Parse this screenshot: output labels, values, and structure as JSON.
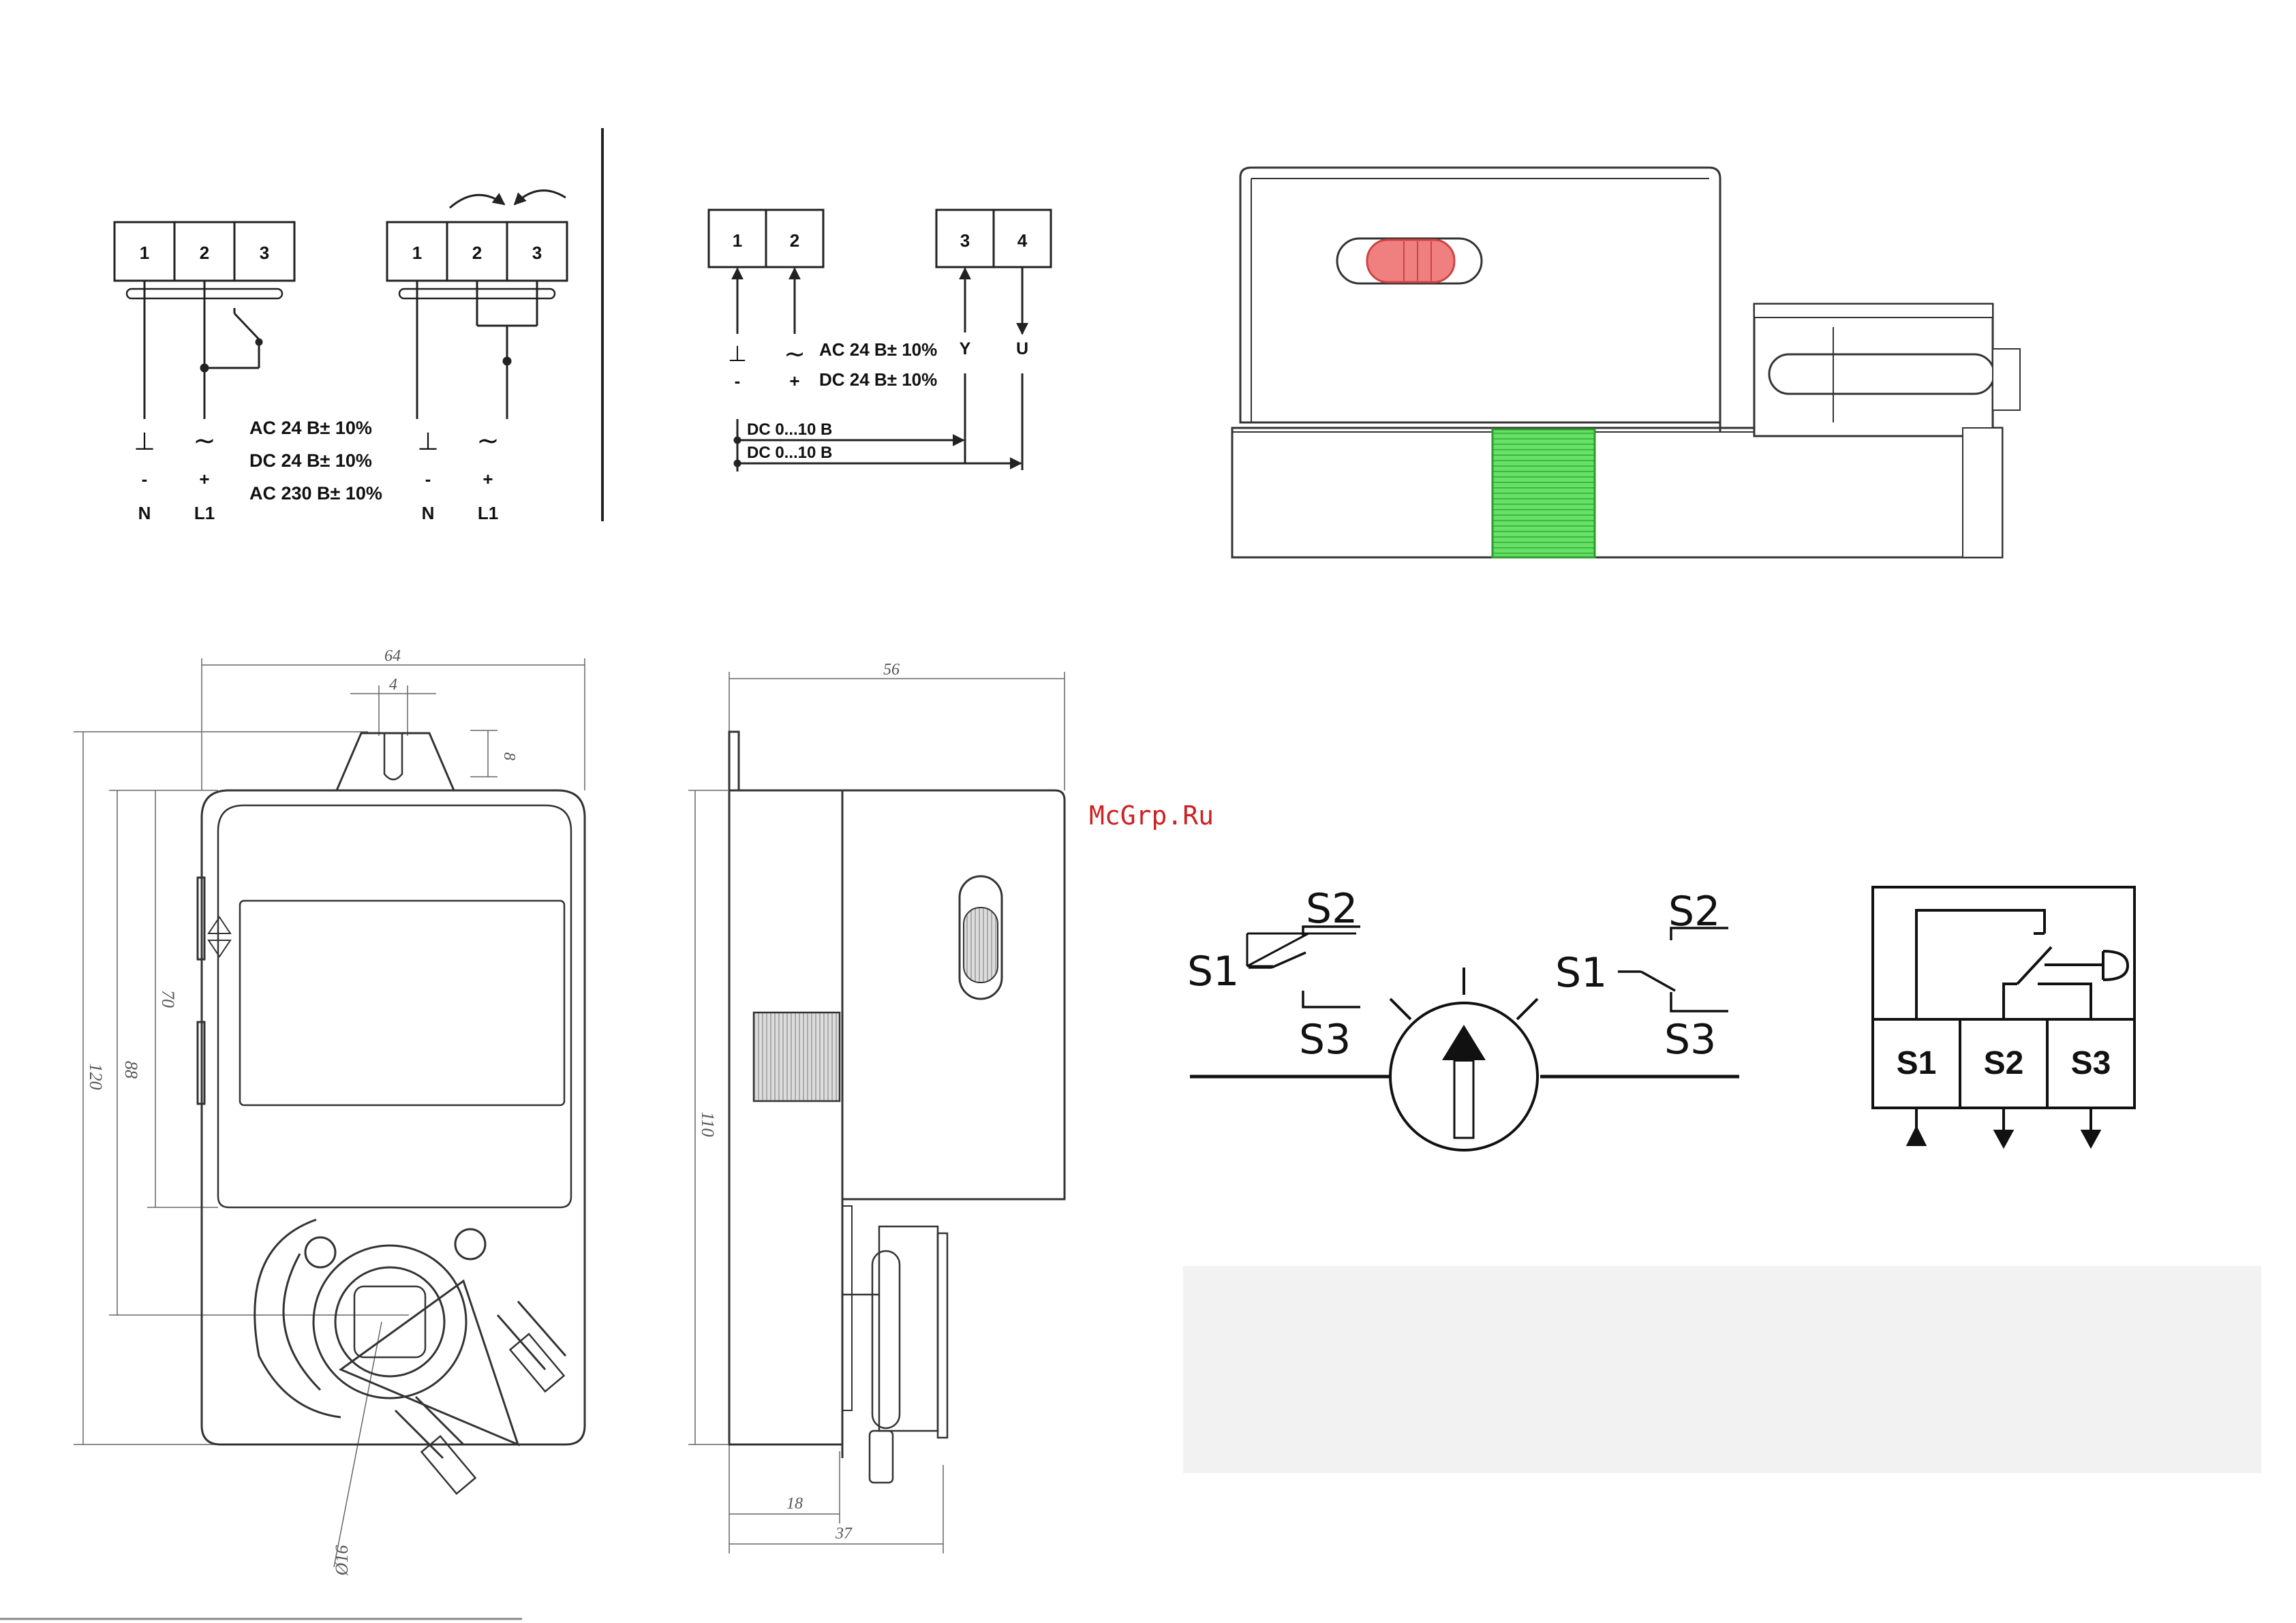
{
  "watermark": "McGrp.Ru",
  "wiring_a": {
    "terminals": [
      "1",
      "2",
      "3"
    ],
    "symbols": [
      "⊥",
      "~"
    ],
    "polarity": [
      "-",
      "+"
    ],
    "lines": [
      "N",
      "L1"
    ],
    "ratings": [
      "AC 24 B± 10%",
      "DC 24 B± 10%",
      "AC 230 B± 10%"
    ]
  },
  "wiring_b": {
    "terminals": [
      "1",
      "2",
      "3"
    ],
    "symbols": [
      "⊥",
      "~"
    ],
    "polarity": [
      "-",
      "+"
    ],
    "lines": [
      "N",
      "L1"
    ]
  },
  "wiring_c": {
    "terminals": [
      "1",
      "2",
      "3",
      "4"
    ],
    "symbols": [
      "⊥",
      "~",
      "Y",
      "U"
    ],
    "polarity": [
      "-",
      "+"
    ],
    "ratings": [
      "AC 24 B± 10%",
      "DC 24 B± 10%"
    ],
    "signals": [
      "DC 0...10 B",
      "DC 0...10 B"
    ]
  },
  "dimensions_front": {
    "width": "64",
    "tab": "4",
    "tab_h": "8",
    "height_total": "120",
    "height_88": "88",
    "height_70": "70",
    "shaft": "Ø16"
  },
  "dimensions_side": {
    "width": "56",
    "height": "110",
    "d18": "18",
    "d37": "37"
  },
  "switch_diagram": {
    "labels": [
      "S2",
      "S1",
      "S3",
      "S2",
      "S1",
      "S3"
    ]
  },
  "switch_box": {
    "terminals": [
      "S1",
      "S2",
      "S3"
    ]
  },
  "colors": {
    "indicator_red": "#f08080",
    "knob_green": "#66e066",
    "panel_grey": "#f2f2f2",
    "watermark": "#cc2222"
  }
}
